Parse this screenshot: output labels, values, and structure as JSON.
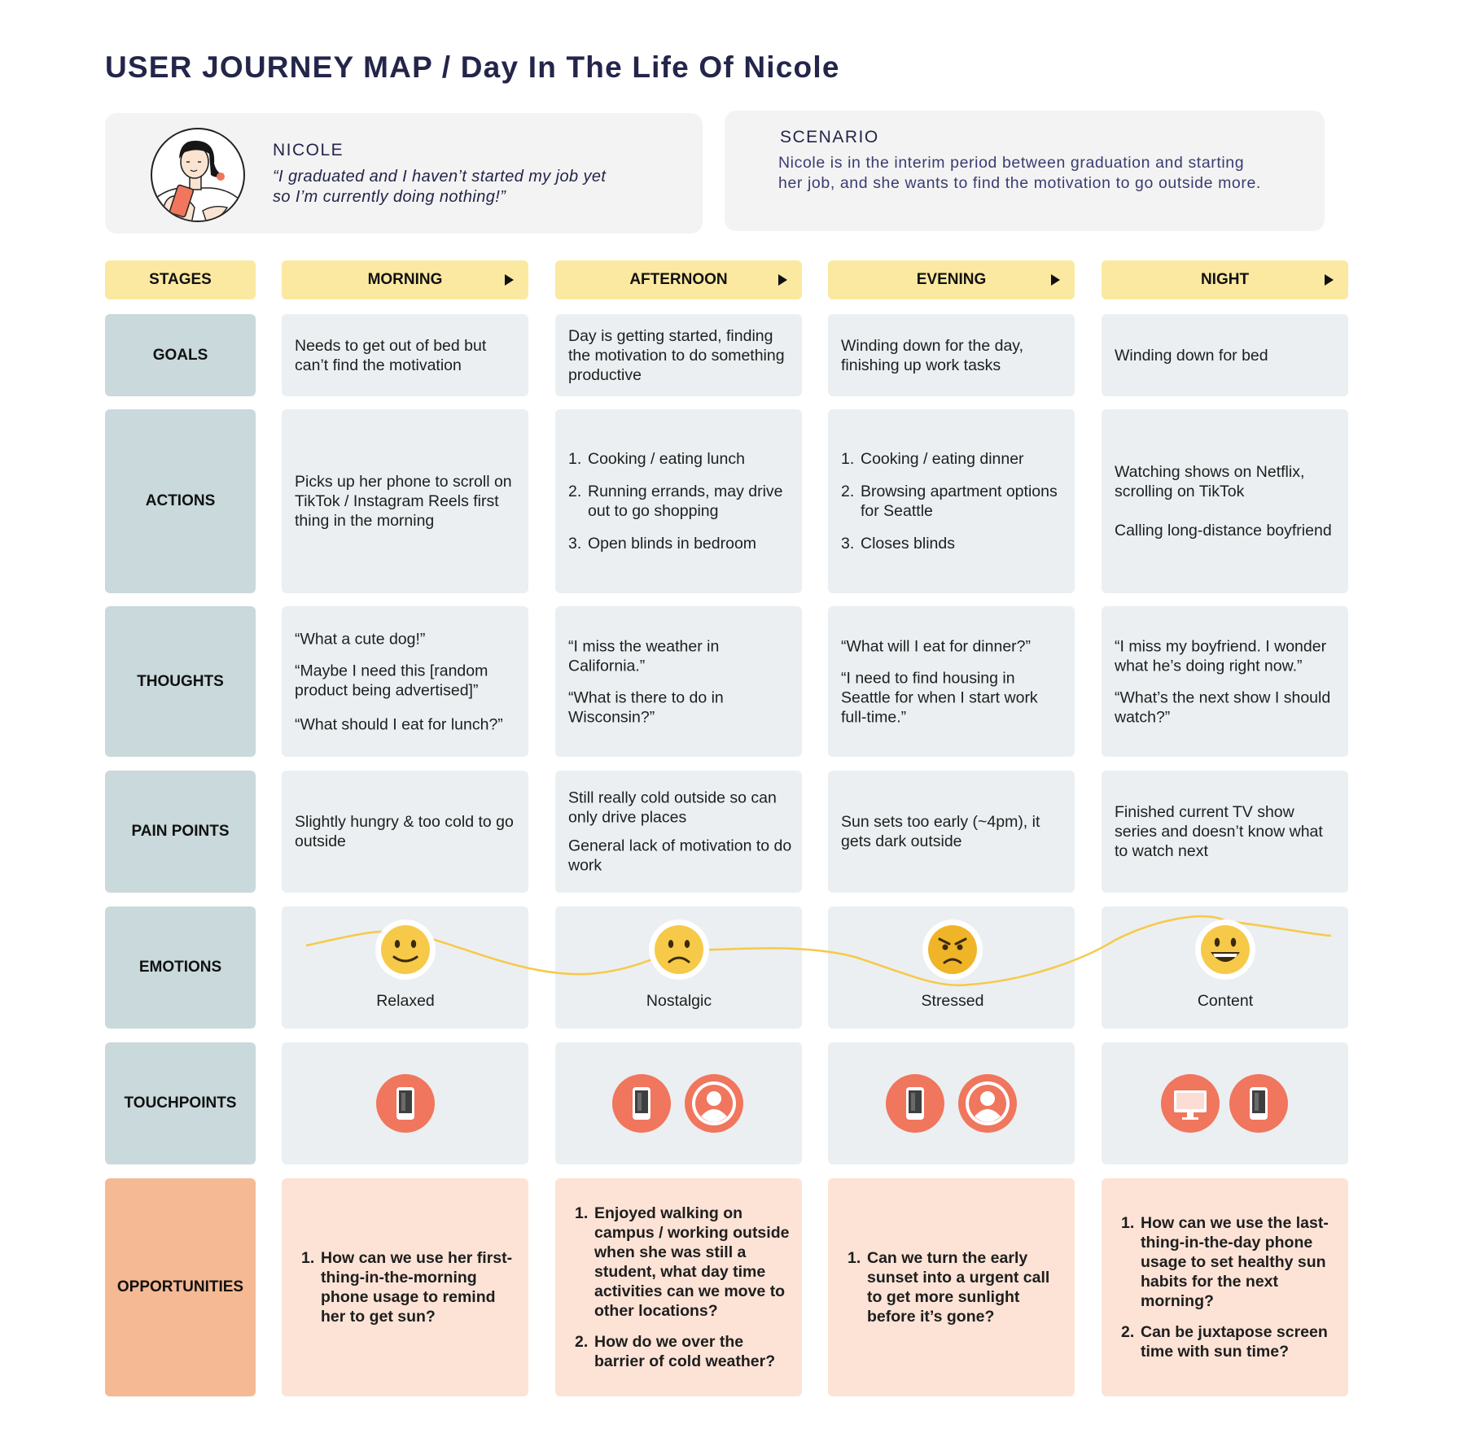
{
  "title": "USER JOURNEY MAP / Day In The Life Of Nicole",
  "persona": {
    "name": "NICOLE",
    "quote": "“I graduated and I haven’t started my job yet so I’m currently doing nothing!”"
  },
  "scenario": {
    "label": "SCENARIO",
    "text": "Nicole is in the interim period between graduation and starting her job, and she wants to find the motivation to go outside more."
  },
  "stages": {
    "label": "STAGES",
    "items": [
      "MORNING",
      "AFTERNOON",
      "EVENING",
      "NIGHT"
    ]
  },
  "rows": {
    "goals": {
      "label": "GOALS",
      "cells": [
        "Needs to get out of bed but can’t find the motivation",
        "Day is getting started, finding the  motivation to do something productive",
        "Winding down for the day, finishing up work tasks",
        "Winding down for bed"
      ]
    },
    "actions": {
      "label": "ACTIONS",
      "morning": "Picks up her phone to scroll on TikTok / Instagram Reels first thing in the morning",
      "afternoon": [
        "Cooking / eating lunch",
        "Running errands, may drive out to go shopping",
        "Open blinds in bedroom"
      ],
      "evening": [
        "Cooking / eating dinner",
        "Browsing apartment options for Seattle",
        "Closes blinds"
      ],
      "night": [
        "Watching shows on Netflix, scrolling on TikTok",
        "Calling long-distance boyfriend"
      ]
    },
    "thoughts": {
      "label": "THOUGHTS",
      "morning": [
        "“What a cute dog!”",
        "“Maybe I need this [random product being advertised]”",
        "“What should I eat for lunch?”"
      ],
      "afternoon": [
        "“I miss the weather in California.”",
        "“What is there to do in Wisconsin?”"
      ],
      "evening": [
        "“What will I eat for dinner?”",
        "“I need to find housing in Seattle for when I start work full-time.”"
      ],
      "night": [
        "“I miss my boyfriend. I wonder what he’s doing right now.”",
        "“What’s the next show I should watch?”"
      ]
    },
    "pain_points": {
      "label": "PAIN POINTS",
      "morning": [
        "Slightly hungry & too cold to go outside"
      ],
      "afternoon": [
        "Still really cold outside so can only drive places",
        "General lack of motivation to do work"
      ],
      "evening": [
        "Sun sets too early (~4pm), it gets dark outside"
      ],
      "night": [
        "Finished current TV show series and doesn’t know what to watch next"
      ]
    },
    "emotions": {
      "label": "EMOTIONS",
      "items": [
        {
          "label": "Relaxed",
          "icon": "smiling-face-icon"
        },
        {
          "label": "Nostalgic",
          "icon": "frowning-face-icon"
        },
        {
          "label": "Stressed",
          "icon": "angry-face-icon"
        },
        {
          "label": "Content",
          "icon": "grinning-face-icon"
        }
      ],
      "curve_color": "#f7c948",
      "face_color": "#f7c948"
    },
    "touchpoints": {
      "label": "TOUCHPOINTS",
      "morning": [
        "phone-icon"
      ],
      "afternoon": [
        "phone-icon",
        "person-icon"
      ],
      "evening": [
        "phone-icon",
        "person-icon"
      ],
      "night": [
        "desktop-icon",
        "phone-icon"
      ],
      "color": "#f0765d"
    },
    "opportunities": {
      "label": "OPPORTUNITIES",
      "morning": [
        "How can we use her first-thing-in-the-morning phone usage to remind her to get sun?"
      ],
      "afternoon": [
        "Enjoyed walking on campus / working outside when she was still a student, what day time activities can we move to other locations?",
        "How do we over the barrier of cold weather?"
      ],
      "evening": [
        "Can we turn the early sunset into a urgent call to get more sunlight before it’s gone?"
      ],
      "night": [
        "How can we use the last-thing-in-the-day phone usage to set healthy sun habits for the next morning?",
        "Can be juxtapose screen time with sun time?"
      ]
    }
  },
  "colors": {
    "stage": "#fbe9a1",
    "row_label": "#c9d9dc",
    "cell": "#ebeff1",
    "opportunity_label": "#f5b994",
    "opportunity_cell": "#fce3d6",
    "title": "#23254a"
  }
}
